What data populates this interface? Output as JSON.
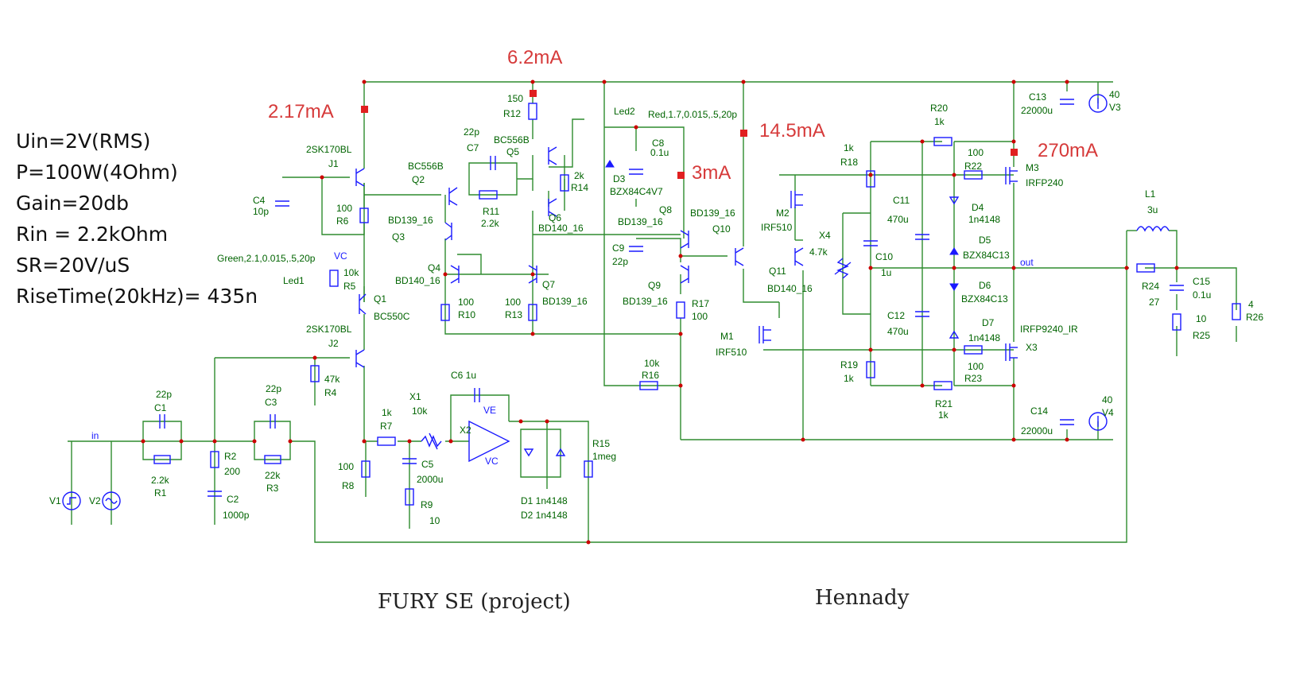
{
  "specs": [
    "Uin=2V(RMS)",
    "P=100W(4Ohm)",
    "Gain=20db",
    "Rin = 2.2kOhm",
    "SR=20V/uS",
    "RiseTime(20kHz)= 435n"
  ],
  "currents": {
    "i1": "2.17mA",
    "i2": "6.2mA",
    "i3": "3mA",
    "i4": "14.5mA",
    "i5": "270mA"
  },
  "footer": {
    "project": "FURY SE (project)",
    "author": "Hennady"
  },
  "nets": {
    "vc": "VC",
    "ve": "VE",
    "in": "in",
    "out": "out"
  },
  "colors": {
    "wire": "#2e8b2e",
    "component": "#1a1aff",
    "label": "#006400",
    "current": "#d63a3a",
    "node": "#cc0000"
  },
  "labels": {
    "j1": "2SK170BL",
    "j1n": "J1",
    "c4": "C4",
    "c4v": "10p",
    "r6v": "100",
    "r6": "R6",
    "green": "Green,2.1,0.015,.5,20p",
    "led1": "Led1",
    "r5v": "10k",
    "r5": "R5",
    "q1": "Q1",
    "q1t": "BC550C",
    "j2": "2SK170BL",
    "j2n": "J2",
    "r4v": "47k",
    "r4": "R4",
    "q2t": "BC556B",
    "q2": "Q2",
    "q3t": "BD139_16",
    "q3": "Q3",
    "q4": "Q4",
    "q4t": "BD140_16",
    "r10v": "100",
    "r10": "R10",
    "c7v": "22p",
    "c7": "C7",
    "r11": "R11",
    "r11v": "2.2k",
    "q5t": "BC556B",
    "q5": "Q5",
    "r12v": "150",
    "r12": "R12",
    "r13v": "100",
    "r13": "R13",
    "q6": "Q6",
    "q6t": "BD140_16",
    "q7": "Q7",
    "q7t": "BD139_16",
    "r14v": "2k",
    "r14": "R14",
    "led2": "Led2",
    "red": "Red,1.7,0.015,.5,20p",
    "d3": "D3",
    "d3t": "BZX84C4V7",
    "c8": "C8",
    "c8v": "0.1u",
    "q8": "Q8",
    "q8t": "BD139_16",
    "c9": "C9",
    "c9v": "22p",
    "q9": "Q9",
    "q9t": "BD139_16",
    "r17": "R17",
    "r17v": "100",
    "r16v": "10k",
    "r16": "R16",
    "q10t": "BD139_16",
    "q10": "Q10",
    "m2": "M2",
    "m2t": "IRF510",
    "q11": "Q11",
    "q11t": "BD140_16",
    "m1": "M1",
    "m1t": "IRF510",
    "x4": "X4",
    "x4v": "4.7k",
    "r18v": "1k",
    "r18": "R18",
    "r20": "R20",
    "r20v": "1k",
    "c11": "C11",
    "c11v": "470u",
    "c10": "C10",
    "c10v": "1u",
    "c12": "C12",
    "c12v": "470u",
    "r19": "R19",
    "r19v": "1k",
    "r21": "R21",
    "r21v": "1k",
    "r22v": "100",
    "r22": "R22",
    "d4": "D4",
    "d4t": "1n4148",
    "d5": "D5",
    "d5t": "BZX84C13",
    "d6": "D6",
    "d6t": "BZX84C13",
    "d7": "D7",
    "d7t": "1n4148",
    "r23v": "100",
    "r23": "R23",
    "c13": "C13",
    "c13v": "22000u",
    "v3v": "40",
    "v3": "V3",
    "m3": "M3",
    "m3t": "IRFP240",
    "x3t": "IRFP9240_IR",
    "x3": "X3",
    "c14": "C14",
    "c14v": "22000u",
    "v4v": "40",
    "v4": "V4",
    "l1": "L1",
    "l1v": "3u",
    "r24": "R24",
    "r24v": "27",
    "c15": "C15",
    "c15v": "0.1u",
    "r25v": "10",
    "r25": "R25",
    "r26v": "4",
    "r26": "R26",
    "c1v": "22p",
    "c1": "C1",
    "r1v": "2.2k",
    "r1": "R1",
    "c3v": "22p",
    "c3": "C3",
    "r3v": "22k",
    "r3": "R3",
    "r2": "R2",
    "r2v": "200",
    "c2": "C2",
    "c2v": "1000p",
    "v1": "V1",
    "v2": "V2",
    "r7v": "1k",
    "r7": "R7",
    "x1": "X1",
    "x1v": "10k",
    "r8v": "100",
    "r8": "R8",
    "c5": "C5",
    "c5v": "2000u",
    "r9": "R9",
    "r9v": "10",
    "c6": "C6 1u",
    "x2": "X2",
    "r15": "R15",
    "r15v": "1meg",
    "d1": "D1  1n4148",
    "d2": "D2  1n4148"
  }
}
